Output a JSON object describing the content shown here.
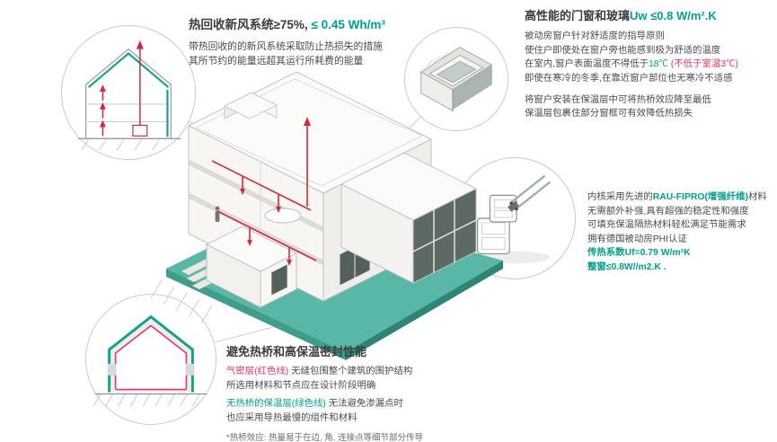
{
  "colors": {
    "accent_green": "#00a18c",
    "accent_red": "#e5326e",
    "duct_red": "#d42a3d",
    "ground_teal": "#58b7a6",
    "text_dark": "#3c3c3c"
  },
  "sections": {
    "ventilation": {
      "title_dark": "热回收新风系统≥75%, ",
      "title_green": "≤ 0.45 Wh/m³",
      "body": [
        "带热回收的的新风系统采取防止热损失的措施",
        "其所节约的能量远超其运行所耗费的能量"
      ]
    },
    "windows": {
      "title_dark": "高性能的门窗和玻璃",
      "title_green": "Uw ≤0.8 W/m².K",
      "line1": "被动房窗户针对舒适度的指导原则",
      "line2": "使住户即使处在窗户旁也能感到极为舒适的温度",
      "line3_pre": "在室内,窗户表面温度不得低于",
      "line3_green": "18℃",
      "line3_red": " (不低于室温3℃)",
      "line4": "即使在寒冷的冬季,在靠近窗户部位也无寒冷不适感",
      "line5": "将窗户安装在保温层中可将热桥效应降至最低",
      "line6": "保温层包裹住部分窗框可有效降低热损失"
    },
    "profile": {
      "line1_pre": "内核采用先进的",
      "line1_green": "RAU-FIPRO(增强纤维)",
      "line1_post": "材料",
      "line2": "无需额外补强,具有超强的稳定性和强度",
      "line3": "可填充保温隔热材料轻松满足节能需求",
      "line4": "拥有德国被动房PHI认证",
      "line5": "传热系数Uf=0.79 W/m²K",
      "line6": "整窗≤0.8W//m2.K ."
    },
    "thermal": {
      "title": "避免热桥和高保温密封性能",
      "p1_red": "气密层(红色线)",
      "p1_rest": " 无缝包围整个建筑的围护结构",
      "p1_line2": "所选用材料和节点应在设计阶段明确",
      "p2_green": "无热桥的保温层(绿色线)",
      "p2_rest": " 无法避免渗漏点时",
      "p2_line2": "也应采用导热最慢的组件和材料",
      "note": "*热桥效应: 热量易于在边, 角, 连接点等细节部分传导"
    }
  }
}
